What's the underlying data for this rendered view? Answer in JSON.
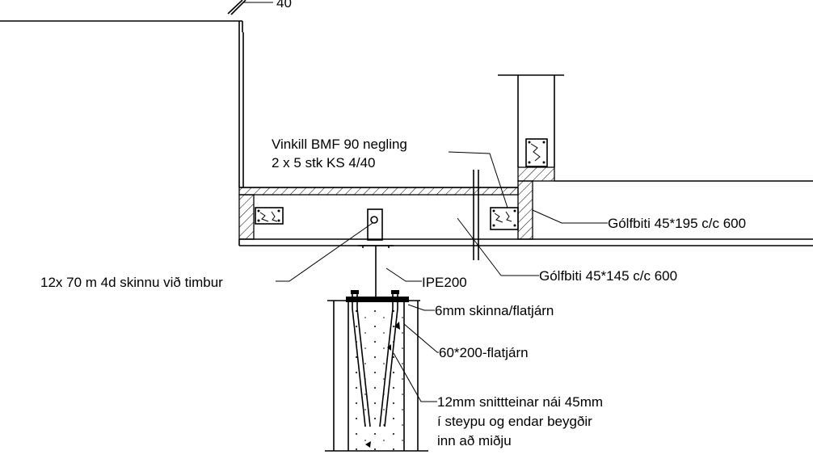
{
  "colors": {
    "ink": "#000000",
    "paper": "#ffffff"
  },
  "labels": {
    "top_dim": "40",
    "vinkill_line1": "Vinkill BMF 90 negling",
    "vinkill_line2": "2 x 5 stk KS 4/40",
    "golfbiti_195": "Gólfbiti 45*195 c/c 600",
    "golfbiti_145": "Gólfbiti 45*145 c/c 600",
    "skinna_timbur": "12x 70 m 4d skinnu við timbur",
    "ipe": "IPE200",
    "flatjarn_6mm": "6mm skinna/flatjárn",
    "flatjarn_60": "60*200-flatjárn",
    "snitt_line1": "12mm snittteinar nái 45mm",
    "snitt_line2": "í steypu og endar beygðir",
    "snitt_line3": "inn að miðju"
  }
}
